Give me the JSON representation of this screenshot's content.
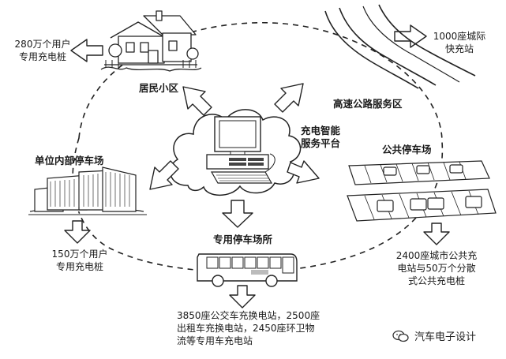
{
  "nodes": {
    "platform": {
      "label": "充电智能\n服务平台"
    },
    "residential": {
      "label": "居民小区",
      "stat": "280万个用户\n专用充电桩"
    },
    "highway": {
      "label": "高速公路服务区",
      "stat": "1000座城际\n快充站"
    },
    "public_parking": {
      "label": "公共停车场",
      "stat": "2400座城市公共充\n电站与50万个分散\n式公共充电桩"
    },
    "special_parking": {
      "label": "专用停车场所",
      "stat": "3850座公交车充换电站，2500座\n出租车充换电站，2450座环卫物\n流等专用车充电站"
    },
    "unit_parking": {
      "label": "单位内部停车场",
      "stat": "150万个用户\n专用充电桩"
    }
  },
  "watermark": {
    "text": "汽车电子设计",
    "icon": "wechat-icon"
  }
}
